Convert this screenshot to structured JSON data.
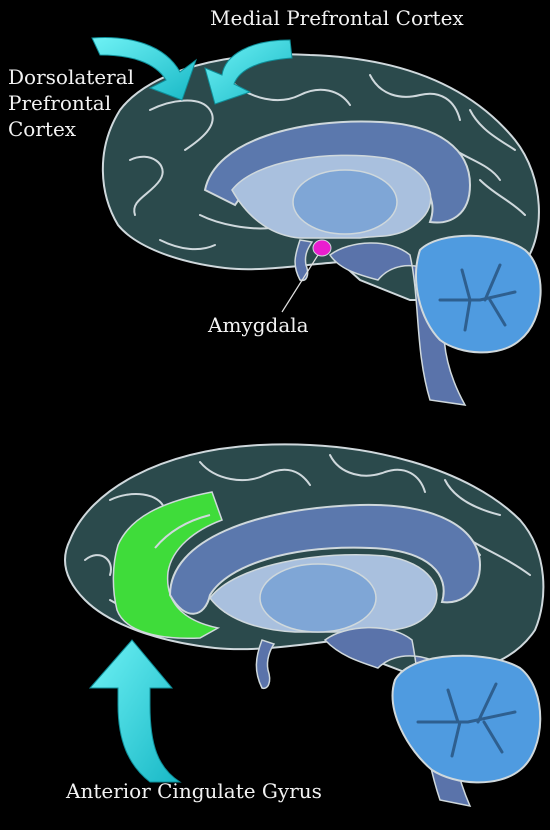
{
  "labels": {
    "medial_prefrontal_cortex": "Medial Prefrontal Cortex",
    "dorsolateral_line1": "Dorsolateral",
    "dorsolateral_line2": "Prefrontal",
    "dorsolateral_line3": "Cortex",
    "amygdala": "Amygdala",
    "anterior_cingulate_gyrus": "Anterior Cingulate Gyrus"
  },
  "colors": {
    "background": "#000000",
    "cortex": "#2b4a4c",
    "sulci": "#cfd8dc",
    "corpus_callosum": "#5b78ad",
    "ventricle": "#a9c0de",
    "thalamus": "#7fa6d6",
    "brainstem": "#5a73aa",
    "cerebellum": "#4f9be0",
    "amygdala": "#e91ecf",
    "anterior_cingulate": "#3fdc3a",
    "arrow": "#2fd6e0"
  },
  "icons": [
    "curved-arrow-icon",
    "curved-arrow-icon",
    "up-arrow-icon"
  ]
}
